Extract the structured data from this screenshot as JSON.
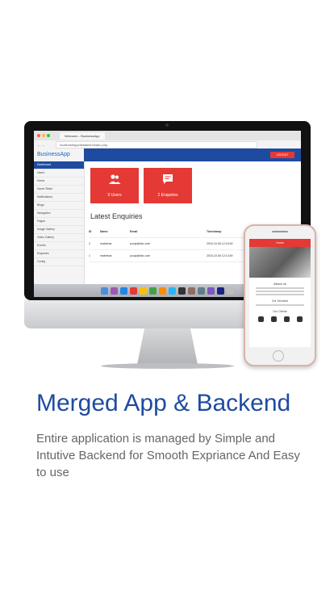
{
  "promo": {
    "title": "Merged App & Backend",
    "description": "Entire application is managed by Simple and Intutive Backend for Smooth Expriance And Easy to use"
  },
  "browser": {
    "tab_title": "Welcome - BusinessApp",
    "url": "localhost/app/listadmin/index.php"
  },
  "dashboard": {
    "brand": "BusinessApp",
    "logout_label": "LOGOUT",
    "sidebar": [
      "Dashboard",
      "Users",
      "Home",
      "Home Slider",
      "Notifications",
      "Blogs",
      "Navigation",
      "Pages",
      "Image Gallery",
      "Video Gallery",
      "Events",
      "Enquiries",
      "Config"
    ],
    "cards": [
      {
        "label": "9 Users",
        "icon": "users-icon"
      },
      {
        "label": "2 Enquiries",
        "icon": "message-icon"
      }
    ],
    "section_title": "Latest Enquiries",
    "table": {
      "headers": [
        "ID",
        "Name",
        "Email",
        "Timestamp"
      ],
      "rows": [
        [
          "2",
          "mateshar",
          "pooja@abc.com",
          "2015-10-06 12:15:49"
        ],
        [
          "1",
          "mateshar",
          "pooja@abc.com",
          "2015-10-06 12:13:49"
        ]
      ]
    }
  },
  "phone": {
    "header": "Home",
    "about_title": "About us",
    "services_title": "Our Services",
    "clients_title": "Our Clients"
  },
  "colors": {
    "brand_blue": "#1e4ba0",
    "accent_red": "#e53935"
  }
}
